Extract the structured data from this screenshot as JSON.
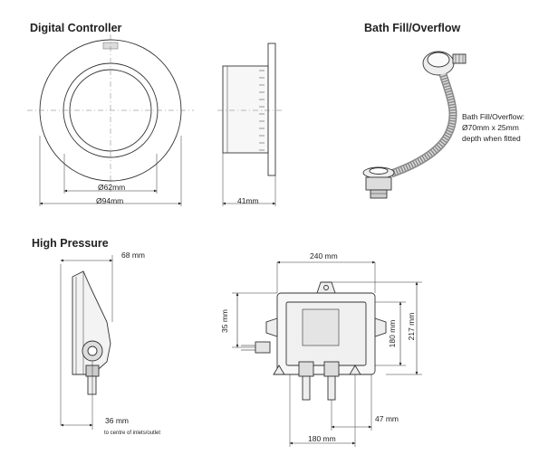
{
  "headings": {
    "digital_controller": "Digital Controller",
    "bath_fill": "Bath Fill/Overflow",
    "high_pressure": "High Pressure"
  },
  "digital_controller": {
    "inner_diameter": "Ø62mm",
    "outer_diameter": "Ø94mm",
    "depth": "41mm"
  },
  "bath_fill": {
    "note_line1": "Bath Fill/Overflow:",
    "note_line2": "Ø70mm x 25mm",
    "note_line3": "depth when fitted"
  },
  "high_pressure": {
    "side_depth": "68 mm",
    "centre_offset": "36 mm",
    "centre_note": "to centre of inlets/outlet",
    "front_width": "240 mm",
    "mount_height": "35 mm",
    "inner_height": "180 mm",
    "total_height": "217 mm",
    "outlet_offset": "47 mm",
    "bottom_width": "180 mm"
  }
}
